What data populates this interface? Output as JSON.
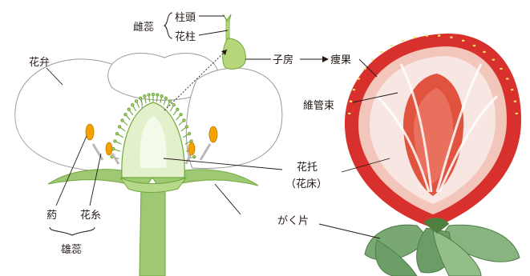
{
  "labels": {
    "petal": "花弁",
    "pistil": "雌蕊",
    "stigma": "柱頭",
    "style": "花柱",
    "ovary": "子房",
    "achene": "痩果",
    "vascular_bundle": "維管束",
    "receptacle": "花托",
    "receptacle_alt": "（花床）",
    "sepal": "がく片",
    "anther": "葯",
    "filament": "花糸",
    "stamen": "雄蕊"
  },
  "colors": {
    "petal_stroke": "#9a9a9a",
    "green_dark": "#6fa83c",
    "green_light": "#cfe6a5",
    "stem": "#9fc874",
    "anther": "#f2a300",
    "strawberry_red": "#d8302c",
    "strawberry_flesh": "#f7dcd6",
    "leaf": "#7aa872"
  }
}
